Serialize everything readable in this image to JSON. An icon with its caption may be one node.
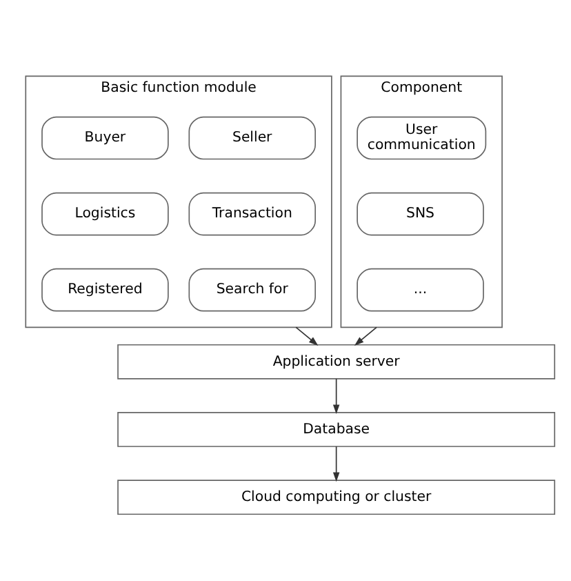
{
  "diagram": {
    "nodes": [
      {
        "text": [
          "Basic function module"
        ]
      },
      {
        "text": [
          "Buyer"
        ],
        "in": 0
      },
      {
        "text": [
          "Seller"
        ],
        "in": 0
      },
      {
        "text": [
          "Logistics"
        ],
        "in": 0
      },
      {
        "text": [
          "Transaction"
        ],
        "in": 0
      },
      {
        "text": [
          "Registered"
        ],
        "in": 0
      },
      {
        "text": [
          "Search for"
        ],
        "in": 0
      },
      {
        "text": [
          "Component"
        ]
      },
      {
        "text": [
          "User communication"
        ],
        "in": 7
      },
      {
        "text": [
          "SNS"
        ],
        "in": 7
      },
      {
        "text": [
          "..."
        ],
        "in": 7
      },
      {
        "text": [
          "Application server"
        ]
      },
      {
        "text": [
          "Database"
        ]
      },
      {
        "text": [
          "Cloud computing or cluster"
        ]
      }
    ],
    "edges": [
      {
        "from": 0,
        "to": 11,
        "arrow": "to"
      },
      {
        "from": 7,
        "to": 11,
        "arrow": "to"
      },
      {
        "from": 11,
        "to": 12,
        "arrow": "to"
      },
      {
        "from": 12,
        "to": 13,
        "arrow": "to"
      }
    ]
  }
}
